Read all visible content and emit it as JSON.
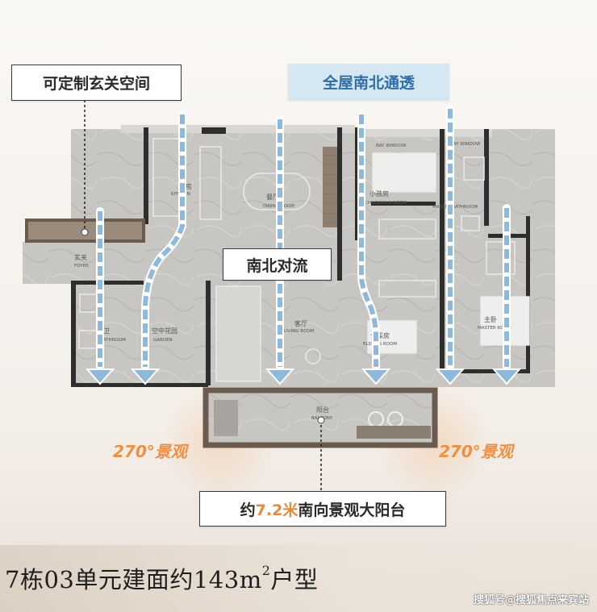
{
  "callouts": {
    "foyer": "可定制玄关空间",
    "through": "全屋南北通透",
    "convection": "南北对流",
    "balcony_prefix": "约",
    "balcony_accent": "7.2米",
    "balcony_suffix": "南向景观大阳台"
  },
  "view_left": "270°景观",
  "view_right": "270°景观",
  "unit_title_main": "7栋03单元建面约143m",
  "unit_title_sup": "2",
  "unit_title_suffix": "户型",
  "watermark": "搜狐号@搜狐焦点来宾站",
  "rooms": {
    "kitchen_cn": "厨房",
    "kitchen_en": "KITCHEN",
    "dining_cn": "餐厅",
    "dining_en": "DINING ROOM",
    "foyer_cn": "玄关",
    "foyer_en": "FOYER",
    "bath_cn": "卫",
    "bath_en": "BATHROOM",
    "garden_cn": "空中花园",
    "garden_en": "GARDEN",
    "living_cn": "客厅",
    "living_en": "LIVING ROOM",
    "balcony_cn": "阳台",
    "balcony_en": "BALCONY",
    "child_cn": "小孩房",
    "child_en": "CHILDREN'S ROOM",
    "bay1": "BAY WINDOW",
    "bay2": "BAY WINDOW",
    "master_bath_en": "MASTER BATHROOM",
    "elder_cn": "长辈房",
    "elder_en": "ELDER'S ROOM",
    "master_cn": "主卧",
    "master_en": "MASTER ROOM"
  },
  "colors": {
    "arrow": "#8fb9dc",
    "accent": "#e58a3c",
    "callout_blue": "#d6e7f4",
    "floor": "#c9c7c3"
  }
}
